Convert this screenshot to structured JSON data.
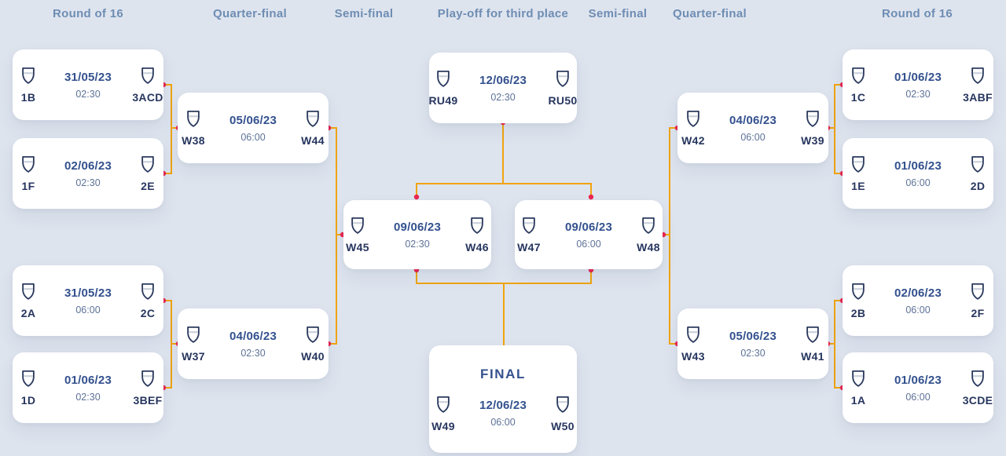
{
  "header": {
    "columns": [
      {
        "label": "Round of 16"
      },
      {
        "label": "Quarter-final"
      },
      {
        "label": "Semi-final"
      },
      {
        "label": "Play-off for third place"
      },
      {
        "label": "Semi-final"
      },
      {
        "label": "Quarter-final"
      },
      {
        "label": "Round of 16"
      }
    ]
  },
  "final_section": {
    "title": "FINAL"
  },
  "matches": {
    "r16_left": [
      {
        "home": "1B",
        "away": "3ACD",
        "date": "31/05/23",
        "time": "02:30"
      },
      {
        "home": "1F",
        "away": "2E",
        "date": "02/06/23",
        "time": "02:30"
      },
      {
        "home": "2A",
        "away": "2C",
        "date": "31/05/23",
        "time": "06:00"
      },
      {
        "home": "1D",
        "away": "3BEF",
        "date": "01/06/23",
        "time": "02:30"
      }
    ],
    "qf_left": [
      {
        "home": "W38",
        "away": "W44",
        "date": "05/06/23",
        "time": "06:00"
      },
      {
        "home": "W37",
        "away": "W40",
        "date": "04/06/23",
        "time": "02:30"
      }
    ],
    "sf_left": {
      "home": "W45",
      "away": "W46",
      "date": "09/06/23",
      "time": "02:30"
    },
    "third_place": {
      "home": "RU49",
      "away": "RU50",
      "date": "12/06/23",
      "time": "02:30"
    },
    "final": {
      "home": "W49",
      "away": "W50",
      "date": "12/06/23",
      "time": "06:00"
    },
    "sf_right": {
      "home": "W47",
      "away": "W48",
      "date": "09/06/23",
      "time": "06:00"
    },
    "qf_right": [
      {
        "home": "W42",
        "away": "W39",
        "date": "04/06/23",
        "time": "06:00"
      },
      {
        "home": "W43",
        "away": "W41",
        "date": "05/06/23",
        "time": "02:30"
      }
    ],
    "r16_right": [
      {
        "home": "1C",
        "away": "3ABF",
        "date": "01/06/23",
        "time": "02:30"
      },
      {
        "home": "1E",
        "away": "2D",
        "date": "01/06/23",
        "time": "06:00"
      },
      {
        "home": "2B",
        "away": "2F",
        "date": "02/06/23",
        "time": "06:00"
      },
      {
        "home": "1A",
        "away": "3CDE",
        "date": "01/06/23",
        "time": "06:00"
      }
    ]
  },
  "colors": {
    "background": "#dee4ee",
    "card": "#ffffff",
    "connector_orange": "#f0a40e",
    "node_red": "#ea2750",
    "header_text": "#6e8db3",
    "date_blue": "#33518e",
    "time_gray_blue": "#5e7297",
    "team_navy": "#27365f"
  }
}
